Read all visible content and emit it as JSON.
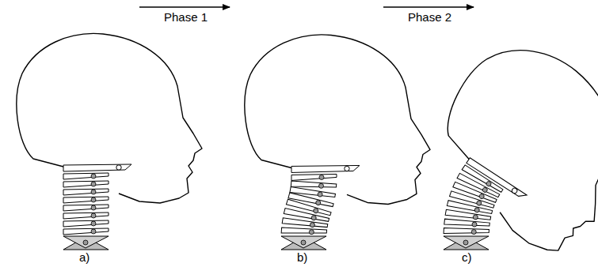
{
  "diagram": {
    "labels": [
      "Phase 1",
      "Phase 2",
      "a)",
      "b)",
      "c)"
    ]
  }
}
